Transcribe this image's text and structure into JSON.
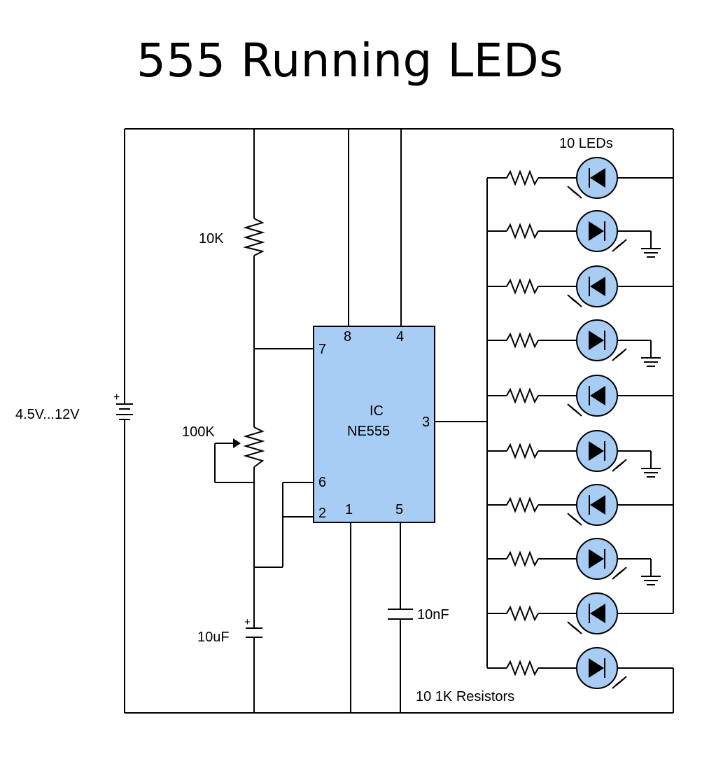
{
  "title": "555 Running LEDs",
  "labels": {
    "supply": "4.5V...12V",
    "r_top": "10K",
    "pot": "100K",
    "cap_timing": "10uF",
    "cap_control": "10nF",
    "leds_label": "10 LEDs",
    "resistors_label": "10 1K Resistors",
    "plus": "+"
  },
  "ic": {
    "line1": "IC",
    "line2": "NE555",
    "pins": {
      "p8": "8",
      "p4": "4",
      "p7": "7",
      "p3": "3",
      "p6": "6",
      "p2": "2",
      "p1": "1",
      "p5": "5"
    }
  },
  "colors": {
    "ic_fill": "#a8cdf5",
    "led_fill": "#a8cdf5",
    "wire": "#000000"
  },
  "icons": [
    "battery-icon",
    "resistor-icon",
    "potentiometer-icon",
    "capacitor-icon",
    "led-icon",
    "ground-icon"
  ]
}
